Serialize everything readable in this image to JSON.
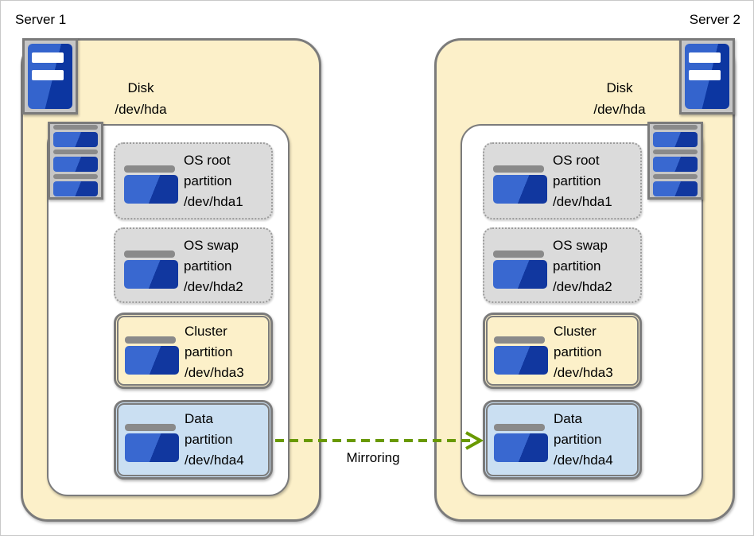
{
  "servers": [
    {
      "label": "Server 1",
      "disk": {
        "name": "Disk",
        "device": "/dev/hda"
      },
      "partitions": [
        {
          "name": "OS root",
          "kind": "partition",
          "device": "/dev/hda1",
          "role": "os"
        },
        {
          "name": "OS swap",
          "kind": "partition",
          "device": "/dev/hda2",
          "role": "os"
        },
        {
          "name": "Cluster",
          "kind": "partition",
          "device": "/dev/hda3",
          "role": "cluster"
        },
        {
          "name": "Data",
          "kind": "partition",
          "device": "/dev/hda4",
          "role": "data"
        }
      ]
    },
    {
      "label": "Server 2",
      "disk": {
        "name": "Disk",
        "device": "/dev/hda"
      },
      "partitions": [
        {
          "name": "OS root",
          "kind": "partition",
          "device": "/dev/hda1",
          "role": "os"
        },
        {
          "name": "OS swap",
          "kind": "partition",
          "device": "/dev/hda2",
          "role": "os"
        },
        {
          "name": "Cluster",
          "kind": "partition",
          "device": "/dev/hda3",
          "role": "cluster"
        },
        {
          "name": "Data",
          "kind": "partition",
          "device": "/dev/hda4",
          "role": "data"
        }
      ]
    }
  ],
  "arrow": {
    "label": "Mirroring",
    "style": "dashed",
    "color": "#699900"
  },
  "colors": {
    "server_fill": "#fcf0c9",
    "border_gray": "#7b7b7b",
    "os_partition_fill": "#dbdbdb",
    "os_partition_border": "#9c9c9c",
    "cluster_partition_fill": "#fcf0c9",
    "data_partition_fill": "#cadff2",
    "icon_blue_light": "#3968d0",
    "icon_blue_dark": "#11379f",
    "icon_gray": "#8a8a8a",
    "mirror_arrow_green": "#699900"
  }
}
